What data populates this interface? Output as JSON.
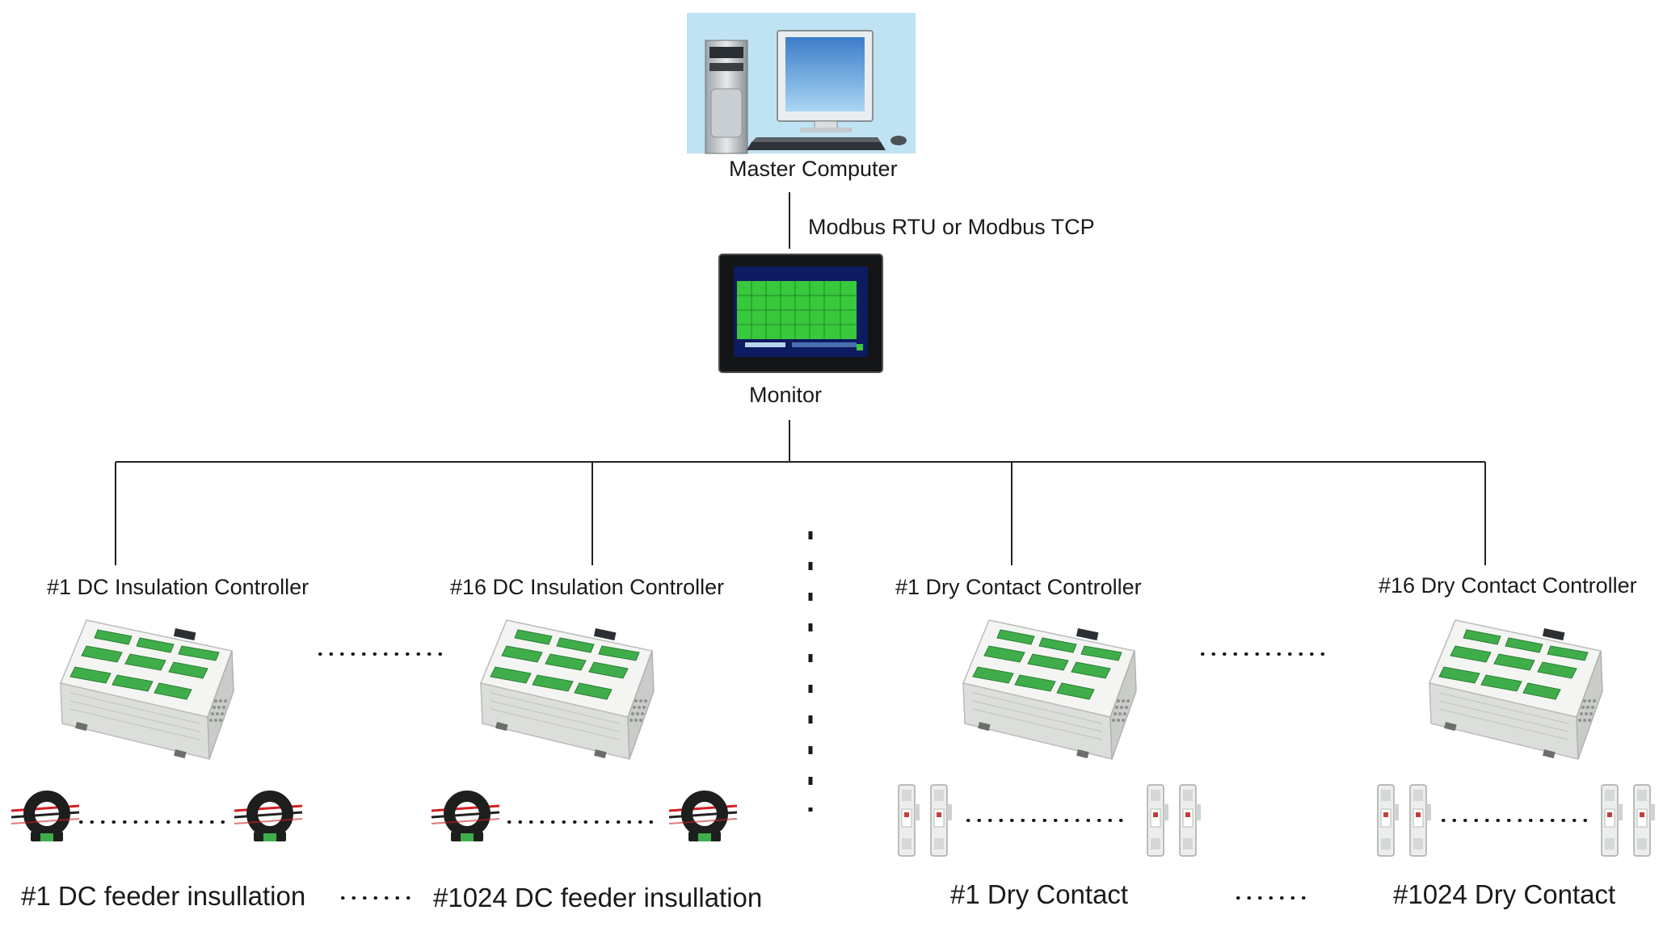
{
  "nodes": {
    "master": {
      "label": "Master Computer"
    },
    "protocol": {
      "label": "Modbus RTU or Modbus TCP"
    },
    "monitor": {
      "label": "Monitor"
    },
    "controllers": [
      {
        "label": "#1 DC Insulation Controller"
      },
      {
        "label": "#16 DC Insulation Controller"
      },
      {
        "label": "#1 Dry Contact Controller"
      },
      {
        "label": "#16 Dry Contact Controller"
      }
    ],
    "endpoints": [
      {
        "label": "#1 DC feeder insullation"
      },
      {
        "label": "#1024 DC feeder insullation"
      },
      {
        "label": "#1 Dry Contact"
      },
      {
        "label": "#1024 Dry Contact"
      }
    ]
  },
  "colors": {
    "line": "#222222",
    "screen_green": "#38c83c",
    "device_body": "#eef0ee",
    "terminal_green": "#3fae4a",
    "ct_ring": "#1d1f1d",
    "computer_bg": "#bfe3f2"
  },
  "icons": {
    "master": "desktop-computer-icon",
    "monitor": "touchscreen-monitor-icon",
    "controller": "din-controller-icon",
    "sensor": "current-transformer-icon",
    "contact": "auxiliary-contact-icon"
  }
}
